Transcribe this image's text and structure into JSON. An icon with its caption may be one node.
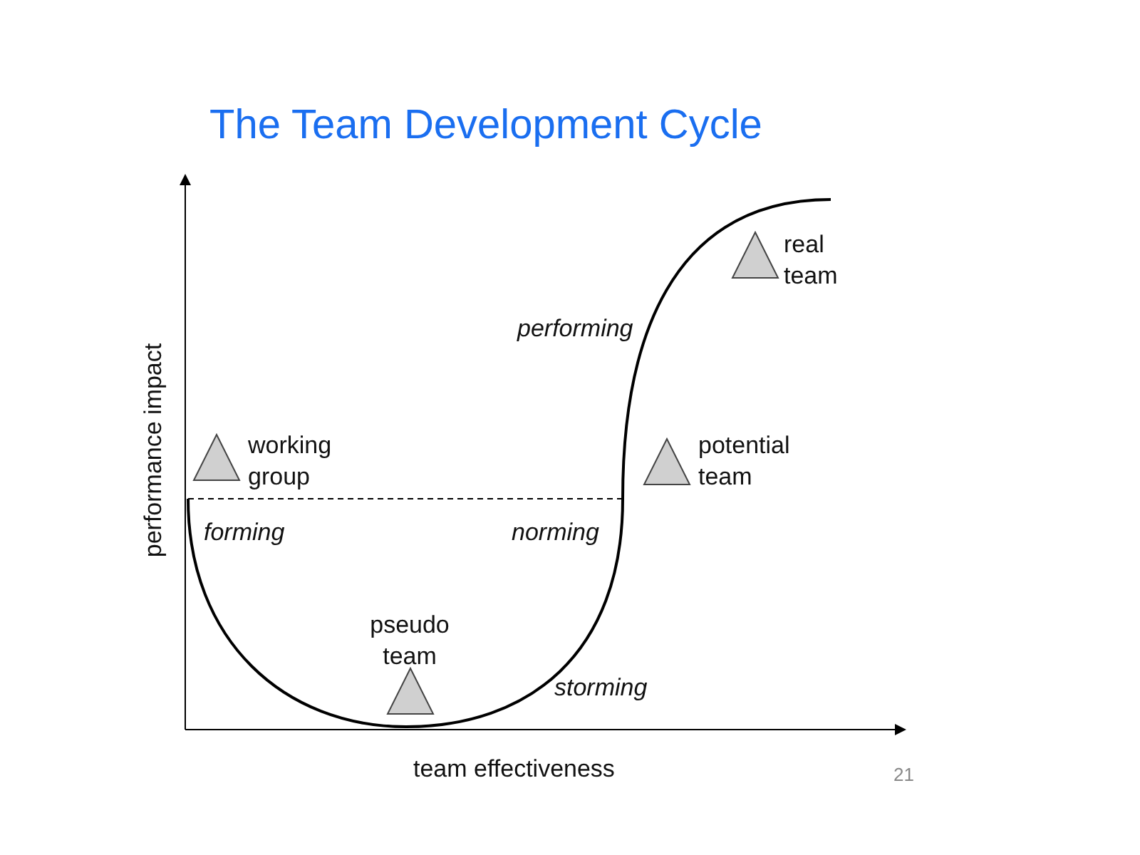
{
  "diagram": {
    "title": "The Team Development Cycle",
    "labels": [
      "real team",
      "performing",
      "working group",
      "potential team",
      "forming",
      "norming",
      "pseudo team",
      "storming",
      "performance impact",
      "team effectiveness",
      "21"
    ]
  }
}
